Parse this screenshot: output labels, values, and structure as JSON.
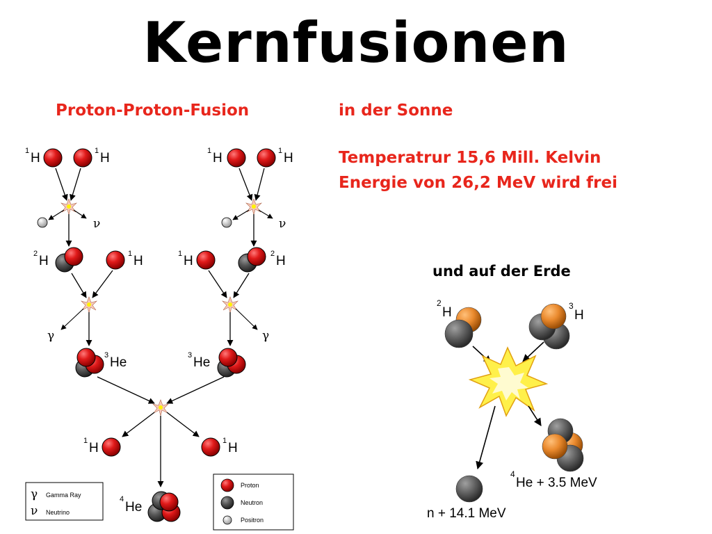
{
  "title": "Kernfusionen",
  "pp_heading": "Proton-Proton-Fusion",
  "sun": {
    "heading": "in der Sonne",
    "line1": "Temperatrur 15,6 Mill. Kelvin",
    "line2": "Energie von 26,2 MeV wird frei"
  },
  "earth": {
    "heading": "und auf der Erde",
    "reactant1_mass": "2",
    "reactant1_sym": "H",
    "reactant2_mass": "3",
    "reactant2_sym": "H",
    "product_he": "He + 3.5 MeV",
    "product_he_mass": "4",
    "product_n": "n + 14.1 MeV"
  },
  "chain_labels": {
    "H1": "H",
    "H2": "H",
    "He3": "He",
    "He4": "He",
    "mass1": "1",
    "mass2": "2",
    "mass3": "3",
    "mass4": "4",
    "gamma": "γ",
    "nu": "ν"
  },
  "legend_left": {
    "gamma_symbol": "γ",
    "gamma_label": "Gamma Ray",
    "nu_symbol": "ν",
    "nu_label": "Neutrino"
  },
  "legend_right": {
    "proton": "Proton",
    "neutron": "Neutron",
    "positron": "Positron"
  },
  "colors": {
    "heading_red": "#e8261c",
    "proton": "#e01a1a",
    "neutron": "#555555",
    "tritium_orange": "#ea8a2e",
    "flash_yellow": "#fff04a"
  }
}
